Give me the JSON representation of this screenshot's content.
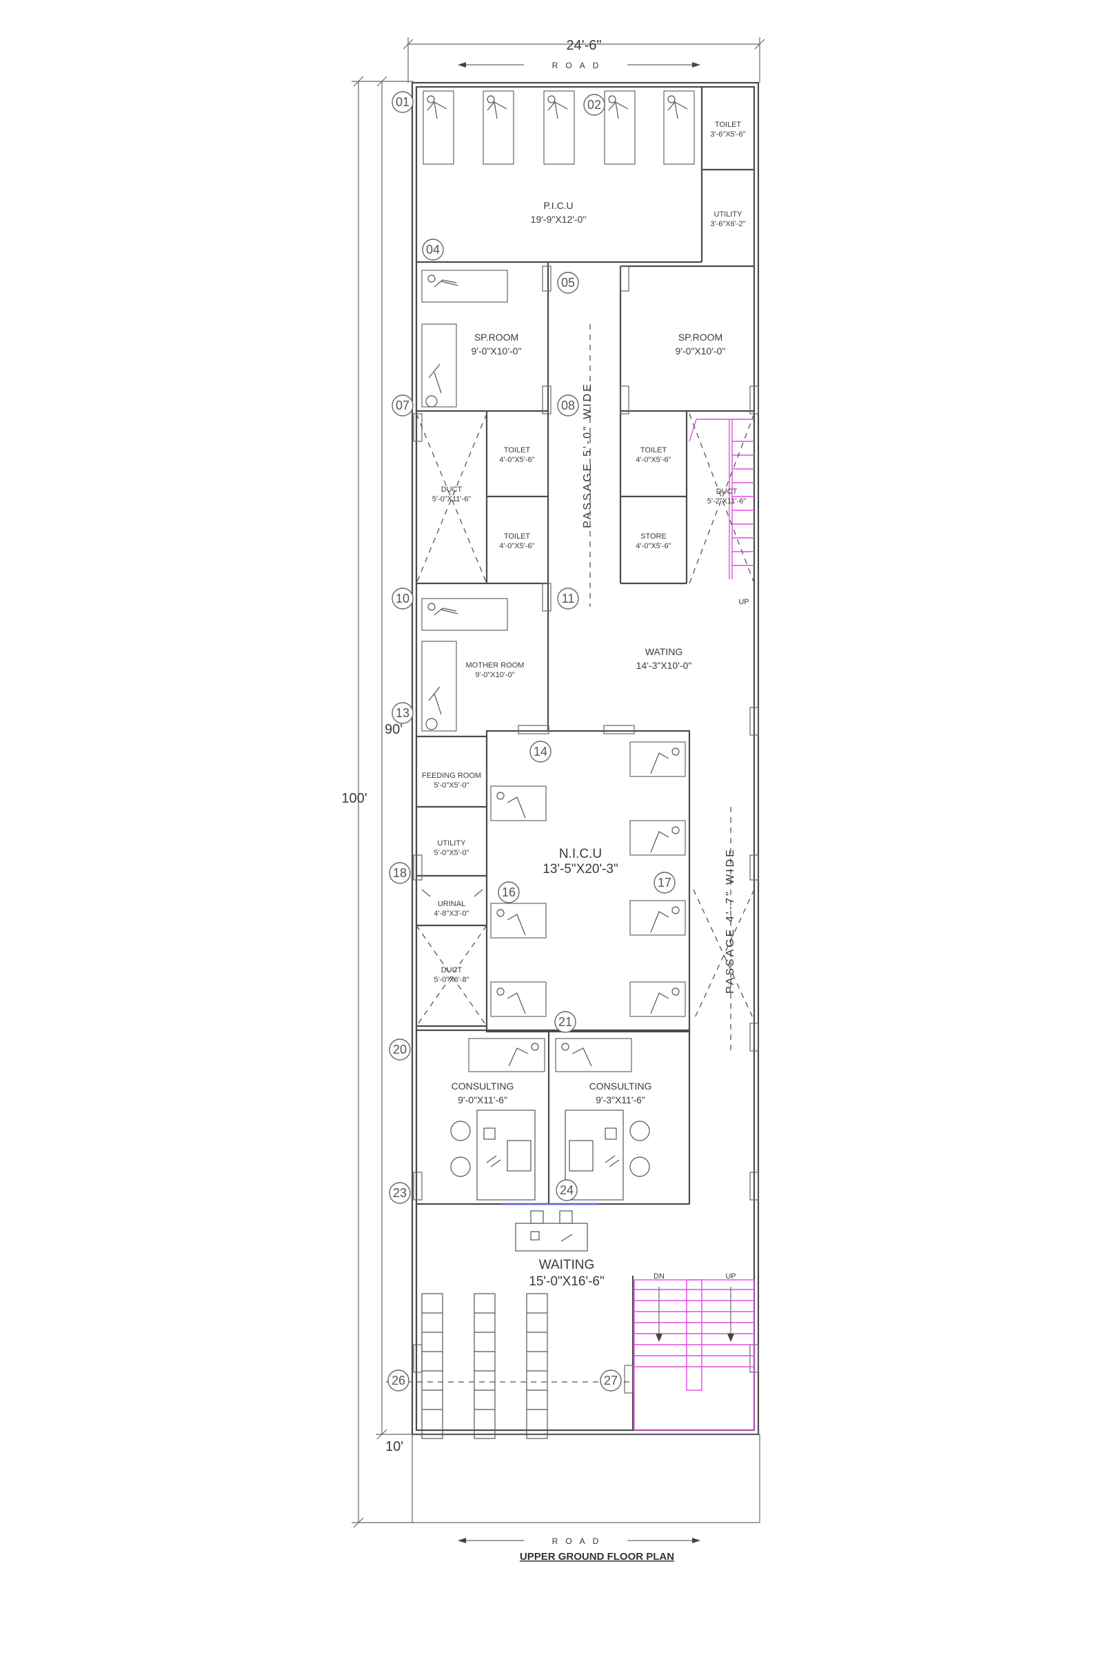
{
  "dimensions": {
    "top_width": "24'-6\"",
    "total_depth": "100'",
    "built_depth": "90'",
    "setback": "10'"
  },
  "road_top": "ROAD",
  "road_bottom": "ROAD",
  "plan_title": "UPPER GROUND FLOOR PLAN",
  "rooms": {
    "picu": {
      "name": "P.I.C.U",
      "size": "19'-9\"X12'-0\""
    },
    "toilet_top": {
      "name": "TOILET",
      "size": "3'-6\"X5'-6\""
    },
    "utility_top": {
      "name": "UTILITY",
      "size": "3'-6\"X6'-2\""
    },
    "sp_room_left": {
      "name": "SP.ROOM",
      "size": "9'-0\"X10'-0\""
    },
    "sp_room_right": {
      "name": "SP.ROOM",
      "size": "9'-0\"X10'-0\""
    },
    "toilet_l1": {
      "name": "TOILET",
      "size": "4'-0\"X5'-6\""
    },
    "toilet_l2": {
      "name": "TOILET",
      "size": "4'-0\"X5'-6\""
    },
    "toilet_r1": {
      "name": "TOILET",
      "size": "4'-0\"X5'-6\""
    },
    "store": {
      "name": "STORE",
      "size": "4'-0\"X5'-6\""
    },
    "duct_left": {
      "name": "DUCT",
      "size": "5'-0\"X11'-6\""
    },
    "duct_right": {
      "name": "DUCT",
      "size": "5'-2\"X11'-6\""
    },
    "mother_room": {
      "name": "MOTHER ROOM",
      "size": "9'-0\"X10'-0\""
    },
    "waiting_mid": {
      "name": "WATING",
      "size": "14'-3\"X10'-0\""
    },
    "feeding_room": {
      "name": "FEEDING ROOM",
      "size": "5'-0\"X5'-0\""
    },
    "utility_mid": {
      "name": "UTILITY",
      "size": "5'-0\"X5'-0\""
    },
    "nicu": {
      "name": "N.I.C.U",
      "size": "13'-5\"X20'-3\""
    },
    "urinal": {
      "name": "URINAL",
      "size": "4'-8\"X3'-0\""
    },
    "duct_mid": {
      "name": "DUCT",
      "size": "5'-0\"X6'-8\""
    },
    "consulting_left": {
      "name": "CONSULTING",
      "size": "9'-0\"X11'-6\""
    },
    "consulting_right": {
      "name": "CONSULTING",
      "size": "9'-3\"X11'-6\""
    },
    "waiting_front": {
      "name": "WAITING",
      "size": "15'-0\"X16'-6\""
    }
  },
  "passages": {
    "main": "PASSAGE 5'-0\" WIDE",
    "side": "PASSAGE 4'-7\" WIDE"
  },
  "stairs": {
    "up_upper": "UP",
    "dn": "DN",
    "up_lower": "UP"
  },
  "grid_points": [
    "01",
    "02",
    "04",
    "05",
    "07",
    "08",
    "10",
    "11",
    "13",
    "14",
    "16",
    "17",
    "18",
    "20",
    "21",
    "23",
    "24",
    "26",
    "27"
  ]
}
